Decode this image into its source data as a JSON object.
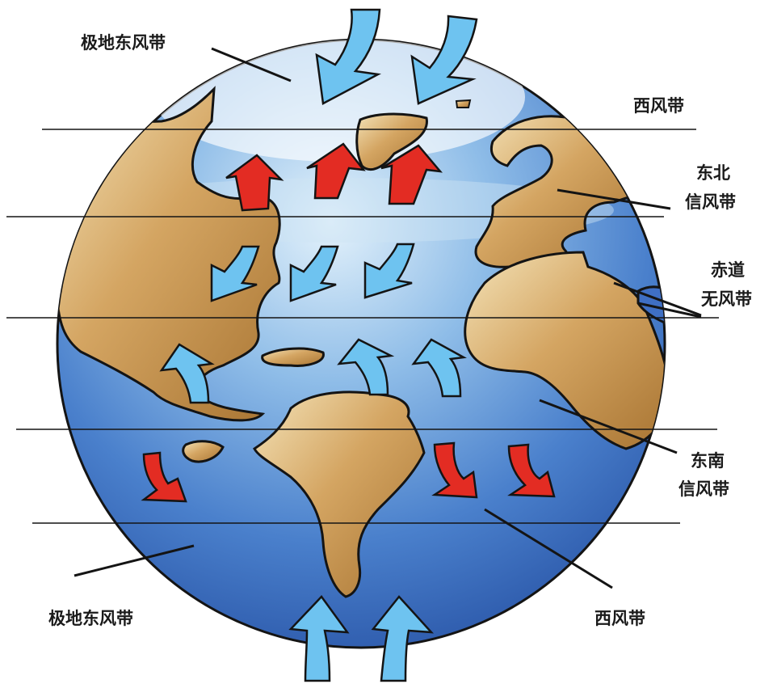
{
  "labels": {
    "polar_easterlies_north": "极地东风带",
    "westerlies_north": "西风带",
    "ne_trade_line1": "东北",
    "ne_trade_line2": "信风带",
    "doldrums_line1": "赤道",
    "doldrums_line2": "无风带",
    "se_trade_line1": "东南",
    "se_trade_line2": "信风带",
    "polar_easterlies_south": "极地东风带",
    "westerlies_south": "西风带"
  },
  "colors": {
    "ocean_light": "#d9ecf7",
    "ocean_mid": "#6fa6dc",
    "ocean_deep": "#2f5fb8",
    "land": "#c18e4a",
    "land_light": "#f2dfb3",
    "cold_arrow": "#6ec3f0",
    "warm_arrow": "#e32c23",
    "outline": "#141414"
  }
}
